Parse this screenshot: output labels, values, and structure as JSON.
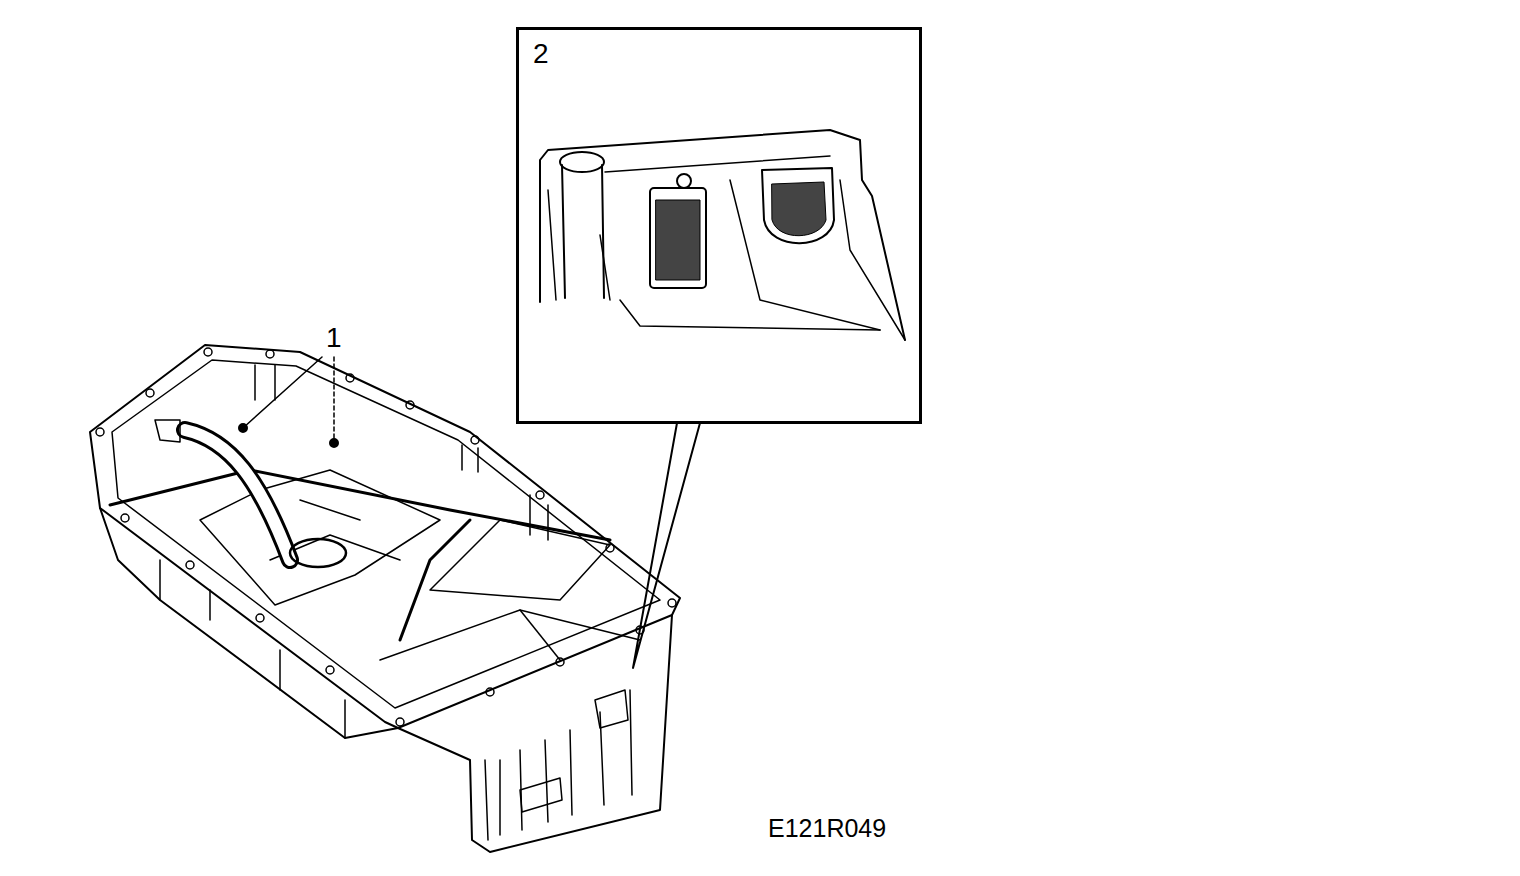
{
  "diagram": {
    "nodes": [
      {
        "text": [
          "2"
        ]
      }
    ],
    "labels": [
      "1",
      "E121R049"
    ]
  }
}
